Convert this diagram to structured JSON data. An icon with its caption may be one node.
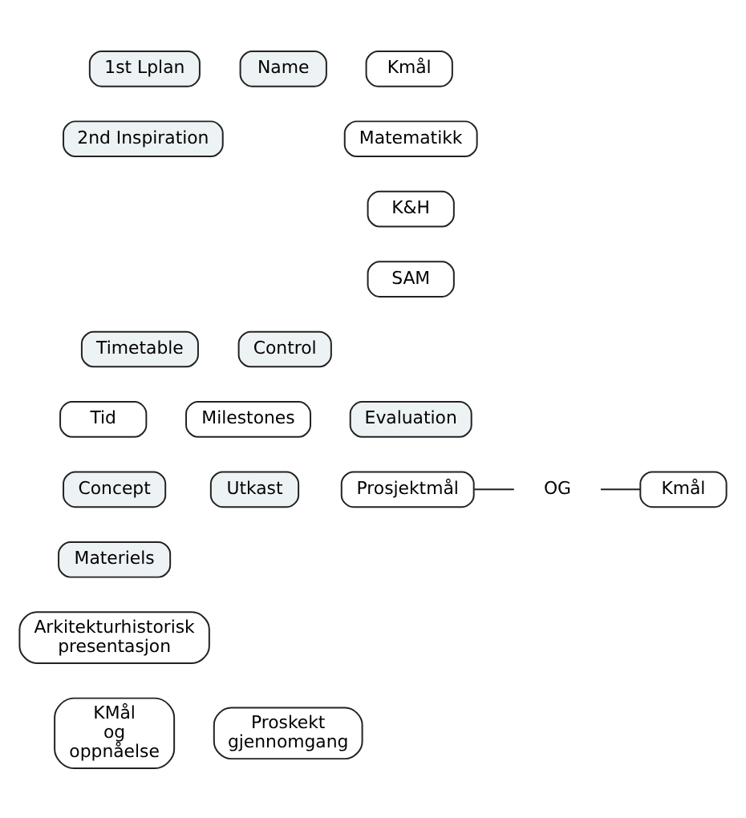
{
  "diagram": {
    "nodes": [
      {
        "text": [
          "1st Lplan"
        ]
      },
      {
        "text": [
          "Name"
        ]
      },
      {
        "text": [
          "Kmål"
        ]
      },
      {
        "text": [
          "2nd Inspiration"
        ]
      },
      {
        "text": [
          "Matematikk"
        ]
      },
      {
        "text": [
          "K&H"
        ]
      },
      {
        "text": [
          "SAM"
        ]
      },
      {
        "text": [
          "Timetable"
        ]
      },
      {
        "text": [
          "Control"
        ]
      },
      {
        "text": [
          "Tid"
        ]
      },
      {
        "text": [
          "Milestones"
        ]
      },
      {
        "text": [
          "Evaluation"
        ]
      },
      {
        "text": [
          "Concept"
        ]
      },
      {
        "text": [
          "Utkast"
        ]
      },
      {
        "text": [
          "Prosjektmål"
        ]
      },
      {
        "text": [
          "OG"
        ]
      },
      {
        "text": [
          "Kmål"
        ]
      },
      {
        "text": [
          "Materiels"
        ]
      },
      {
        "text": [
          "Arkitekturhistorisk presentasjon"
        ]
      },
      {
        "text": [
          "KMål og oppnåelse"
        ]
      },
      {
        "text": [
          "Proskekt gjennomgang"
        ]
      }
    ],
    "edges": [
      {
        "from": 14,
        "to": 15,
        "arrow": "none"
      },
      {
        "from": 15,
        "to": 16,
        "arrow": "none"
      }
    ]
  }
}
